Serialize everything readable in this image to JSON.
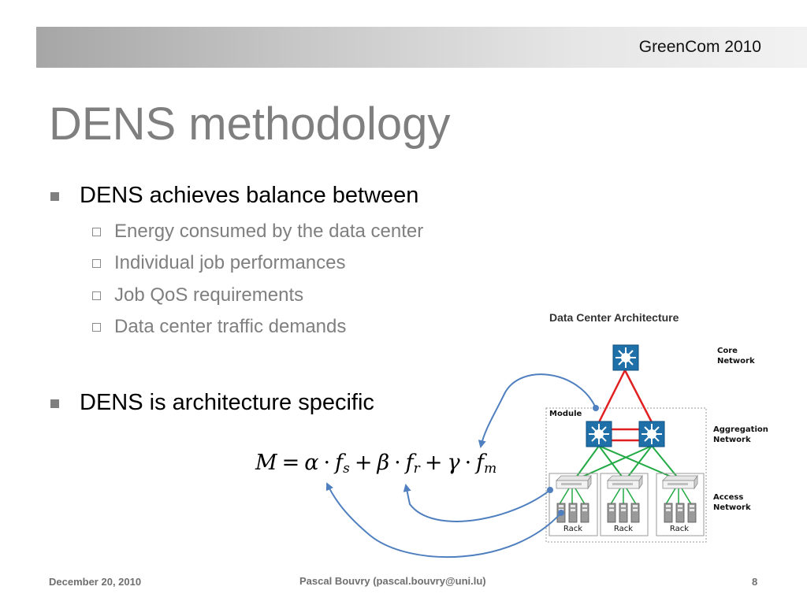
{
  "header": {
    "conference": "GreenCom 2010"
  },
  "slide": {
    "title": "DENS methodology",
    "bullets": [
      {
        "text": "DENS achieves balance between",
        "sub": [
          "Energy consumed by the data center",
          "Individual job performances",
          "Job QoS requirements",
          "Data center traffic demands"
        ]
      },
      {
        "text": "DENS is architecture specific"
      }
    ]
  },
  "diagram": {
    "title": "Data Center Architecture",
    "module_label": "Module",
    "layers": [
      "Core Network",
      "Aggregation Network",
      "Access Network"
    ],
    "layer_lines": [
      [
        "Core",
        "Network"
      ],
      [
        "Aggregation",
        "Network"
      ],
      [
        "Access",
        "Network"
      ]
    ],
    "rack_label": "Rack",
    "colors": {
      "core_links": "#e02020",
      "access_links": "#22aa44",
      "arrows": "#4f7fbf",
      "switch": "#1f6fa8"
    }
  },
  "footer": {
    "date": "December 20, 2010",
    "author": "Pascal Bouvry (pascal.bouvry@uni.lu)",
    "page": "8"
  }
}
